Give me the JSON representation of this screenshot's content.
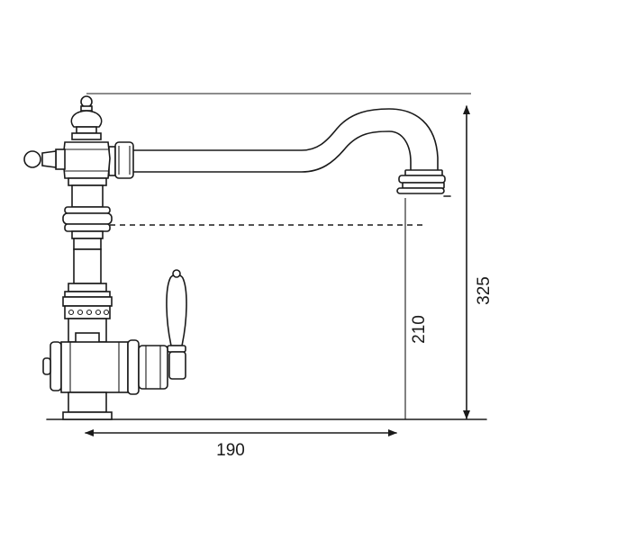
{
  "diagram": {
    "subject": "faucet-technical-drawing",
    "dimensions": {
      "total_height": "325",
      "spout_height": "210",
      "spout_reach": "190"
    },
    "colors": {
      "line": "#1a1a1a",
      "background": "#ffffff"
    }
  }
}
